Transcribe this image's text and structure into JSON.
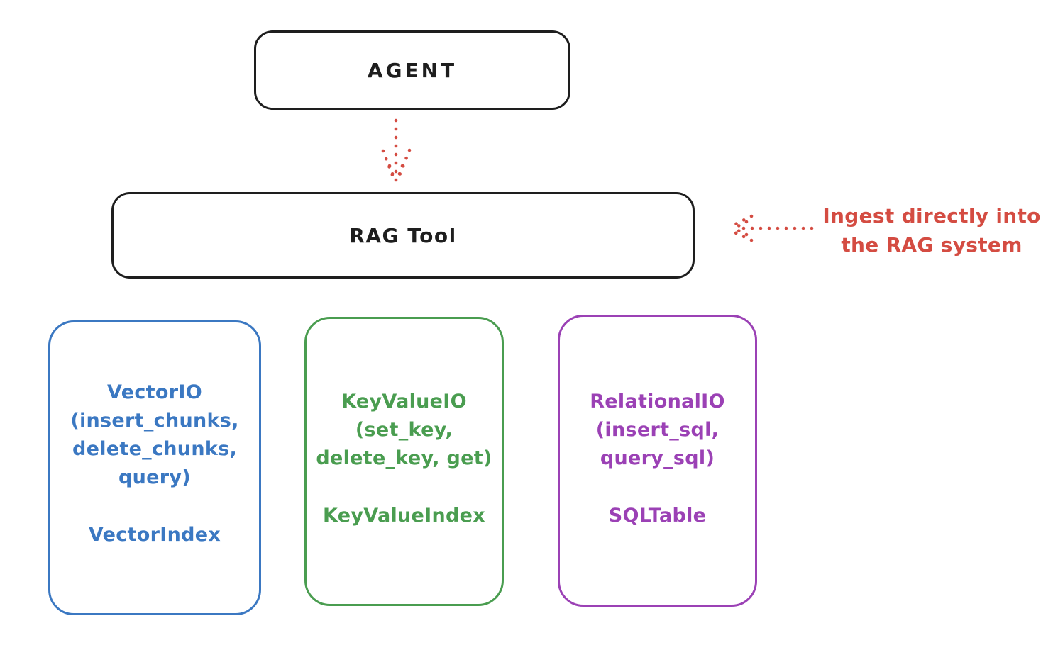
{
  "colors": {
    "ink": "#1e1e1e",
    "red": "#d44c42",
    "blue": "#3b78c2",
    "green": "#4a9d50",
    "purple": "#9b41b5",
    "background": "#ffffff"
  },
  "nodes": {
    "agent": {
      "label": "AGENT"
    },
    "rag_tool": {
      "label": "RAG Tool"
    },
    "vector_io": {
      "lines": [
        "VectorIO",
        "(insert_chunks,",
        "delete_chunks,",
        "query)"
      ],
      "index_label": "VectorIndex",
      "color": "#3b78c2"
    },
    "key_value_io": {
      "lines": [
        "KeyValueIO",
        "(set_key,",
        "delete_key, get)"
      ],
      "index_label": "KeyValueIndex",
      "color": "#4a9d50"
    },
    "relational_io": {
      "lines": [
        "RelationalIO",
        "(insert_sql,",
        "query_sql)"
      ],
      "index_label": "SQLTable",
      "color": "#9b41b5"
    }
  },
  "annotation": {
    "lines": [
      "Ingest directly into",
      "the RAG system"
    ],
    "color": "#d44c42"
  },
  "arrows": [
    {
      "name": "agent-to-rag-tool",
      "style": "dotted",
      "color": "#d44c42",
      "direction": "down"
    },
    {
      "name": "annotation-to-rag-tool",
      "style": "dotted",
      "color": "#d44c42",
      "direction": "left"
    }
  ]
}
